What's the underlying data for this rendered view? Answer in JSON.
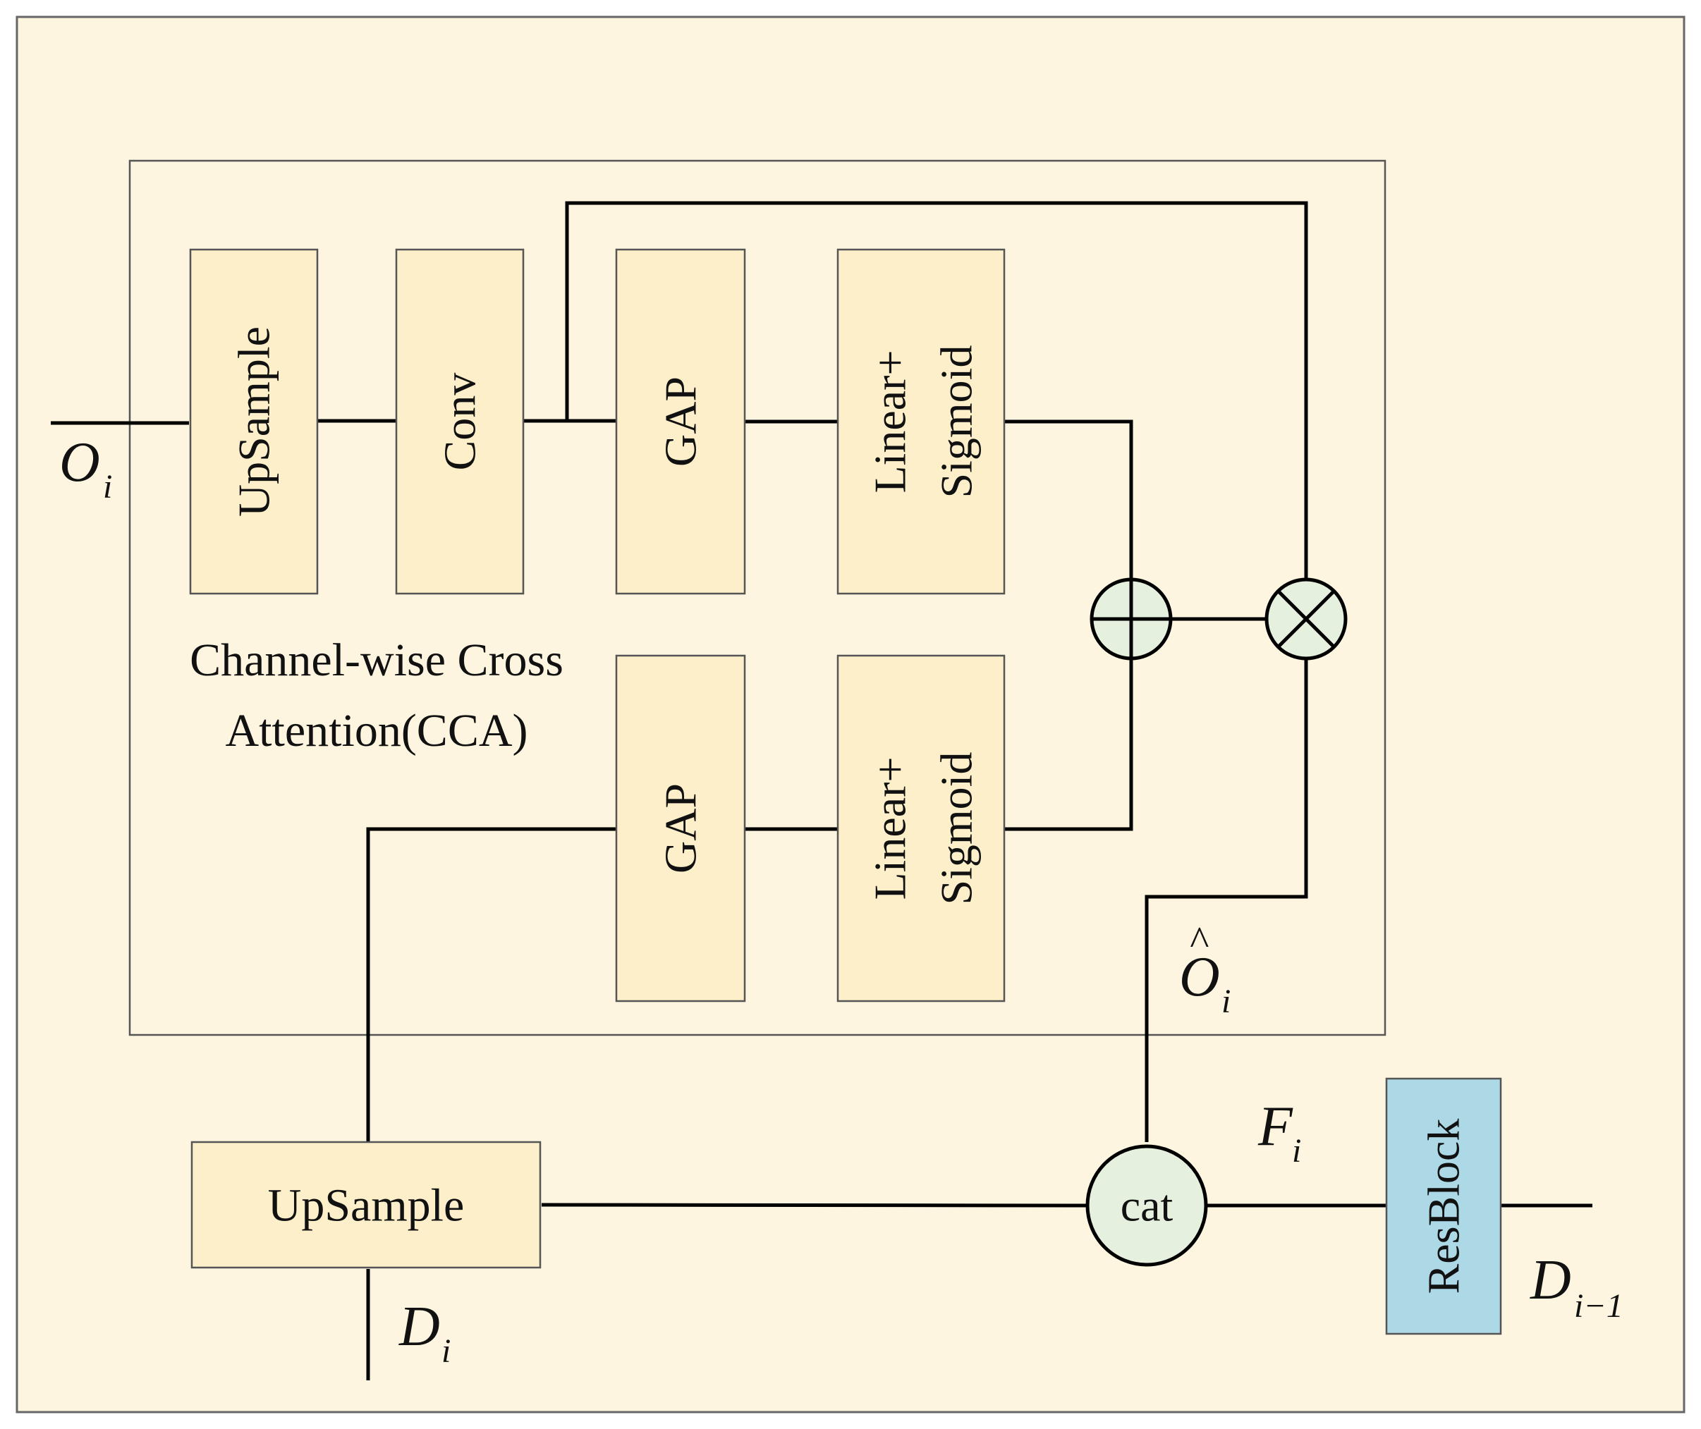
{
  "colors": {
    "page_background": "#fdf5df",
    "block_fill": "#fcefc9",
    "resblock_fill": "#add8e6",
    "operator_fill": "#e6f0df",
    "line": "#000000"
  },
  "cca_module": {
    "label_line1": "Channel-wise Cross",
    "label_line2": "Attention(CCA)"
  },
  "top_branch": {
    "upsample": "UpSample",
    "conv": "Conv",
    "gap": "GAP",
    "linear_line1": "Linear+",
    "linear_line2": "Sigmoid"
  },
  "bottom_branch": {
    "gap": "GAP",
    "linear_line1": "Linear+",
    "linear_line2": "Sigmoid"
  },
  "decoder": {
    "upsample": "UpSample",
    "cat": "cat",
    "resblock": "ResBlock"
  },
  "operators": {
    "add_icon": "circle-plus",
    "multiply_icon": "circle-times"
  },
  "symbols": {
    "o_input": {
      "base": "O",
      "sub": "i"
    },
    "o_hat": {
      "hat": "^",
      "base": "O",
      "sub": "i"
    },
    "d_input": {
      "base": "D",
      "sub": "i"
    },
    "f_feature": {
      "base": "F",
      "sub": "i"
    },
    "d_output": {
      "base": "D",
      "sub": "i−1"
    }
  }
}
